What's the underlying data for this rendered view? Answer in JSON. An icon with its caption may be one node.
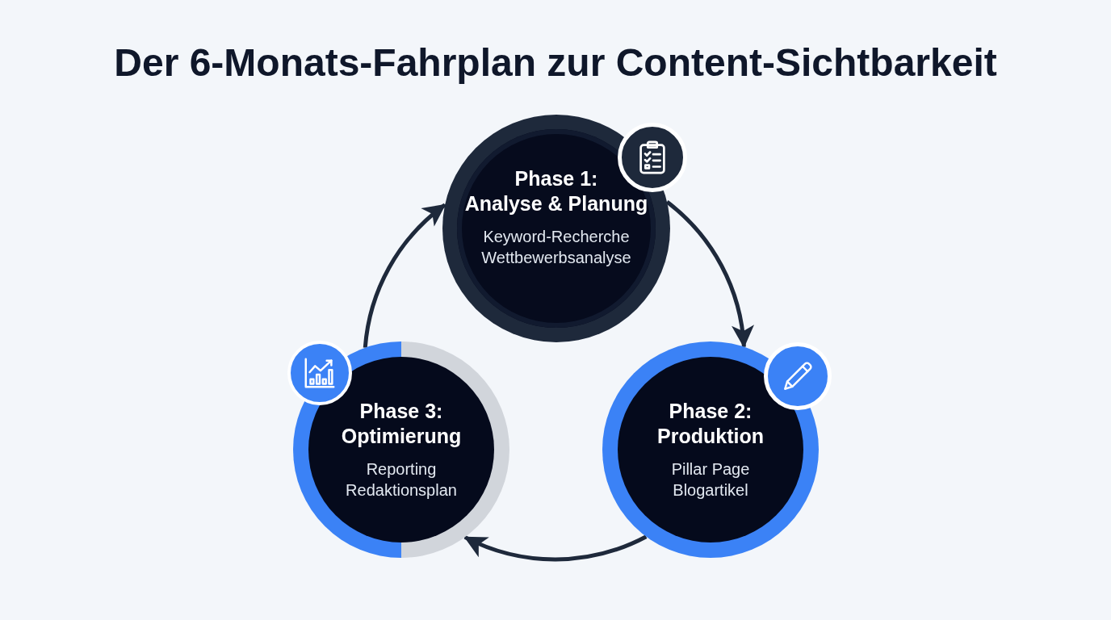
{
  "diagram": {
    "title": "Der 6-Monats-Fahrplan zur Content-Sichtbarkeit",
    "nodes": [
      {
        "text": [
          "Phase 1:",
          "Analyse & Planung",
          "Keyword-Recherche",
          "Wettbewerbsanalyse"
        ]
      },
      {
        "text": [
          "Phase 2:",
          "Produktion",
          "Pillar Page",
          "Blogartikel"
        ]
      },
      {
        "text": [
          "Phase 3:",
          "Optimierung",
          "Reporting",
          "Redaktionsplan"
        ]
      }
    ],
    "edges": [
      {
        "from": 0,
        "to": 1,
        "arrow": "to"
      },
      {
        "from": 1,
        "to": 2,
        "arrow": "to"
      },
      {
        "from": 2,
        "to": 0,
        "arrow": "to"
      }
    ]
  }
}
